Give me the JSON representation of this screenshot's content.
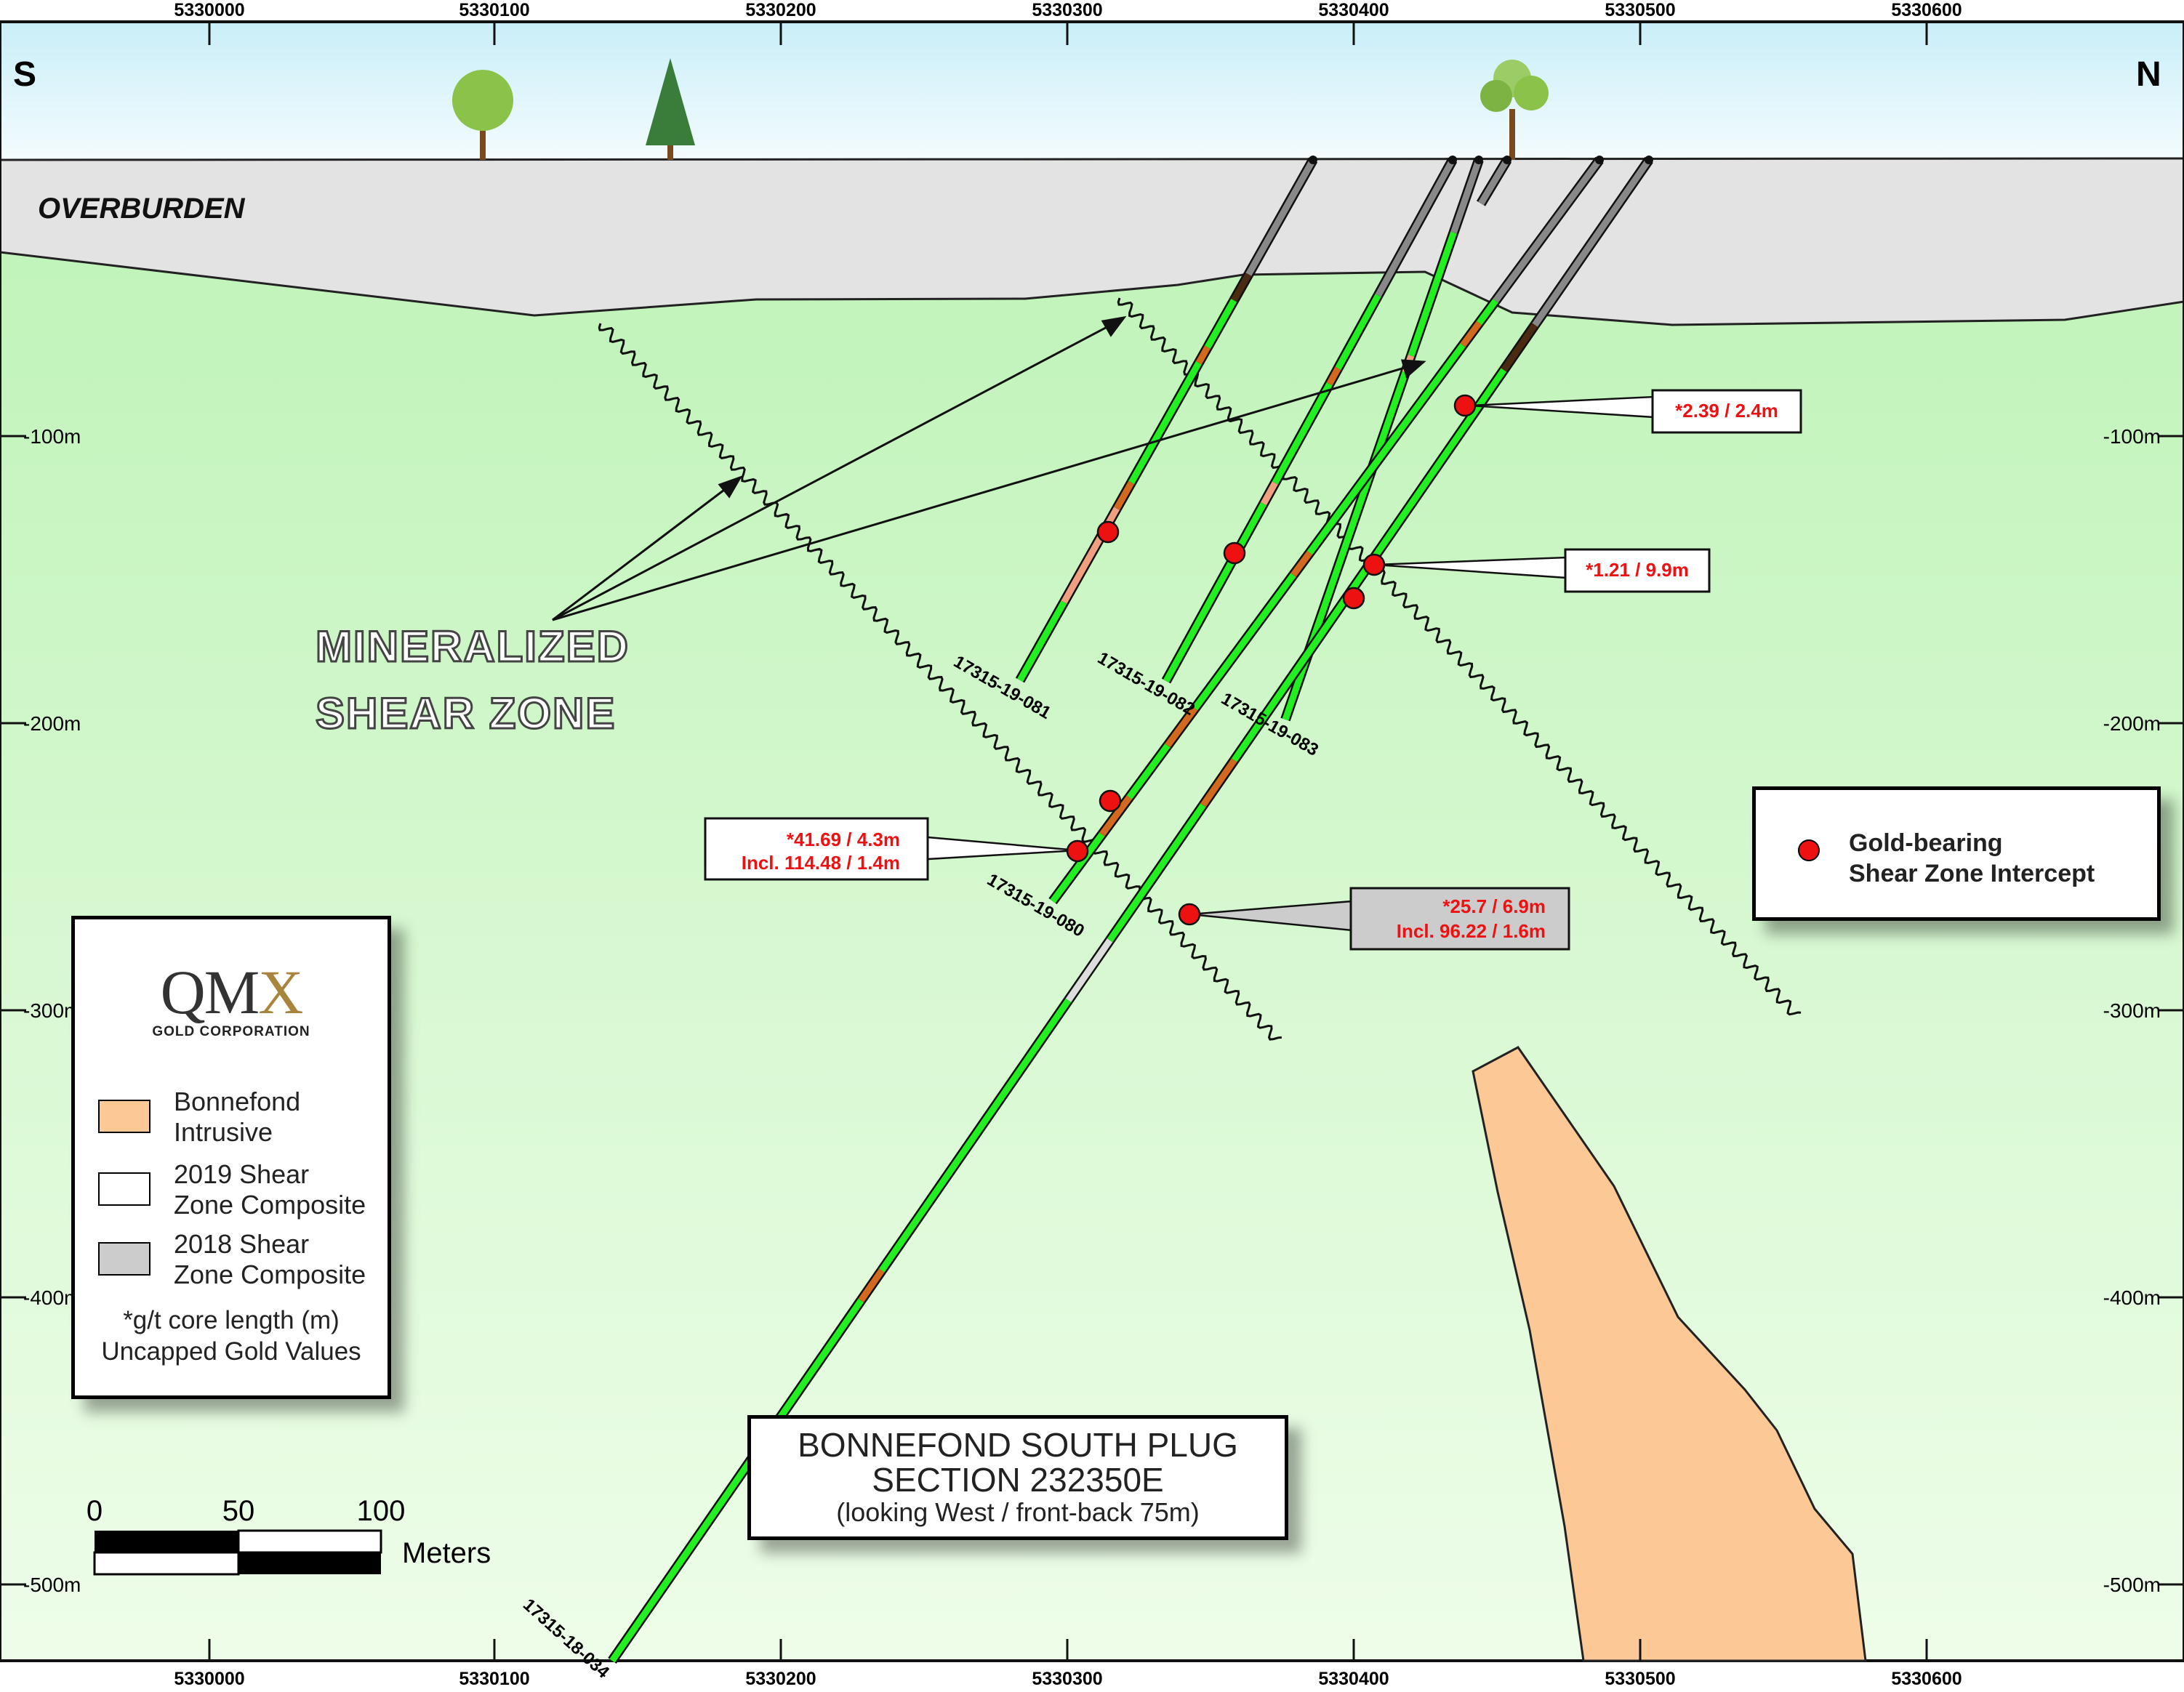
{
  "section": {
    "compass_left": "S",
    "compass_right": "N",
    "overburden_label": "OVERBURDEN",
    "shear_zone_label_line1": "MINERALIZED",
    "shear_zone_label_line2": "SHEAR ZONE",
    "northing_ticks": [
      "5330000",
      "5330100",
      "5330200",
      "5330300",
      "5330400",
      "5330500",
      "5330600"
    ],
    "depth_ticks": [
      "-100m",
      "-200m",
      "-300m",
      "-400m",
      "-500m"
    ]
  },
  "drillholes": [
    {
      "id": "17315-19-081"
    },
    {
      "id": "17315-19-082"
    },
    {
      "id": "17315-19-083"
    },
    {
      "id": "17315-19-080"
    },
    {
      "id": "17315-18-034"
    }
  ],
  "intercepts": [
    {
      "line1": "*2.39 / 2.4m",
      "line2": ""
    },
    {
      "line1": "*1.21 / 9.9m",
      "line2": ""
    },
    {
      "line1": "*41.69 / 4.3m",
      "line2": "Incl. 114.48 / 1.4m"
    },
    {
      "line1": "*25.7 / 6.9m",
      "line2": "Incl. 96.22 / 1.6m"
    }
  ],
  "legend": {
    "logo_text": "QM",
    "logo_mark": "X",
    "logo_sub": "GOLD CORPORATION",
    "items": [
      {
        "line1": "Bonnefond",
        "line2": "Intrusive",
        "color": "#fbc896"
      },
      {
        "line1": "2019 Shear",
        "line2": "Zone Composite",
        "color": "#ffffff"
      },
      {
        "line1": "2018 Shear",
        "line2": "Zone Composite",
        "color": "#cccccc"
      }
    ],
    "note_line1": "*g/t core length (m)",
    "note_line2": "Uncapped Gold Values"
  },
  "gold_legend": {
    "line1": "Gold-bearing",
    "line2": "Shear Zone Intercept"
  },
  "title": {
    "line1": "BONNEFOND SOUTH PLUG",
    "line2": "SECTION 232350E",
    "line3": "(looking West / front-back 75m)"
  },
  "scale_bar": {
    "labels": [
      "0",
      "50",
      "100"
    ],
    "unit": "Meters"
  },
  "colors": {
    "sky": "#dff4fb",
    "overburden": "#e3e3e3",
    "bedrock": "#ccf8c6",
    "drill_trace": "#22ee22",
    "intrusive": "#fbc896",
    "intercept_text": "#ee1111"
  }
}
